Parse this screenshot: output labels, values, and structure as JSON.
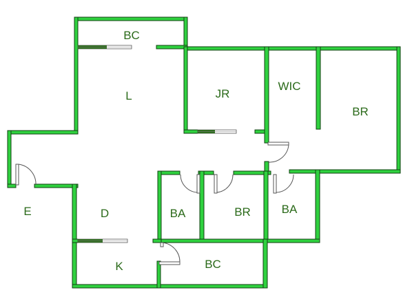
{
  "floorplan": {
    "colors": {
      "wall_fill": "#2fd13f",
      "wall_outline": "#123f12",
      "label": "#2b6a1a",
      "background": "#ffffff"
    },
    "rooms": [
      {
        "key": "bc_top",
        "label": "BC"
      },
      {
        "key": "living",
        "label": "L"
      },
      {
        "key": "jr",
        "label": "JR"
      },
      {
        "key": "wic",
        "label": "WIC"
      },
      {
        "key": "br_main",
        "label": "BR"
      },
      {
        "key": "entry",
        "label": "E"
      },
      {
        "key": "dining",
        "label": "D"
      },
      {
        "key": "ba_left",
        "label": "BA"
      },
      {
        "key": "br_mid",
        "label": "BR"
      },
      {
        "key": "ba_right",
        "label": "BA"
      },
      {
        "key": "kitchen",
        "label": "K"
      },
      {
        "key": "bc_bottom",
        "label": "BC"
      }
    ]
  }
}
